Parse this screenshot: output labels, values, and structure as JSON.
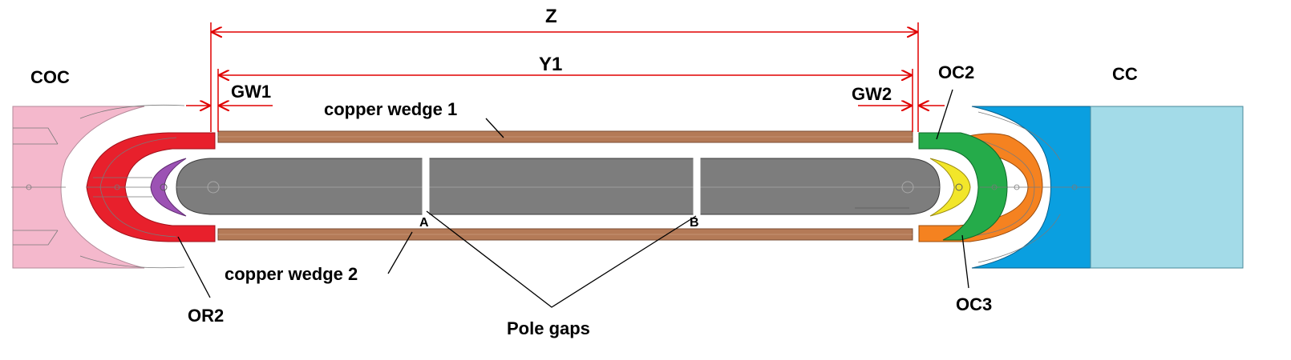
{
  "labels": {
    "z": "Z",
    "y1": "Y1",
    "gw1": "GW1",
    "gw2": "GW2",
    "coc": "COC",
    "cc": "CC",
    "oc2": "OC2",
    "oc3": "OC3",
    "or2": "OR2",
    "copper_wedge_1": "copper wedge 1",
    "copper_wedge_2": "copper wedge 2",
    "pole_gaps": "Pole gaps",
    "gap_a": "A",
    "gap_b": "B"
  },
  "colors": {
    "coc_block": "#f4b8cc",
    "or2_red": "#e8202c",
    "purple": "#9c52b4",
    "pole_gray": "#7d7d7d",
    "copper": "#b47a57",
    "oc2_green": "#25ab4a",
    "oc3_orange": "#f58220",
    "yellow": "#f2e62a",
    "blue_block": "#0a9fe0",
    "cc_block": "#a3dbe8",
    "dimension_red": "#e00000"
  }
}
